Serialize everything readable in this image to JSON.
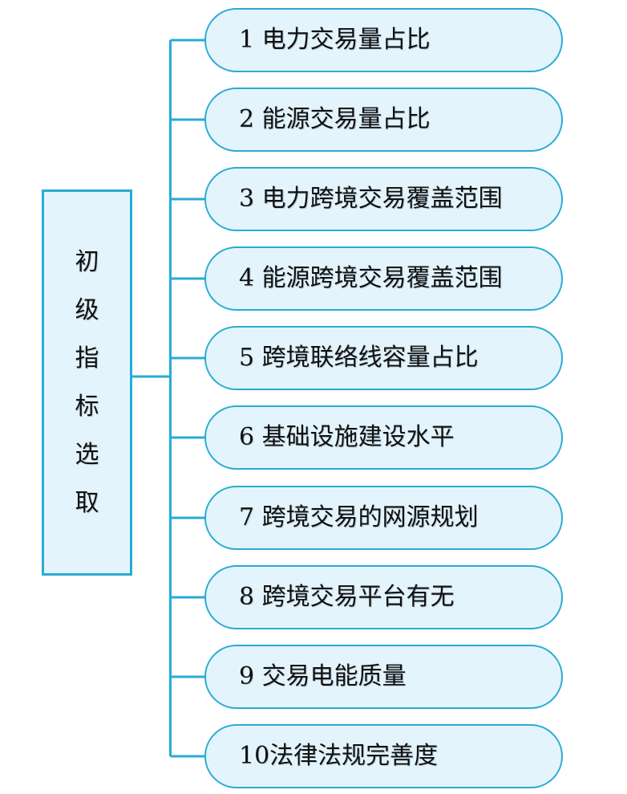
{
  "diagram": {
    "type": "tree-hierarchy",
    "title": "初级指标选取",
    "orientation": "left-root-right-leaves",
    "colors": {
      "node_fill": "#e4f4fc",
      "node_border": "#29abd4",
      "connector": "#29abd4",
      "text": "#101010",
      "background": "#ffffff"
    },
    "root": {
      "label": "初级指标选取",
      "characters": [
        "初",
        "级",
        "指",
        "标",
        "选",
        "取"
      ],
      "text_orientation": "vertical"
    },
    "leaves": [
      {
        "index": "1",
        "number": "1",
        "text": "电力交易量占比",
        "label": "1 电力交易量占比"
      },
      {
        "index": "2",
        "number": "2",
        "text": "能源交易量占比",
        "label": "2 能源交易量占比"
      },
      {
        "index": "3",
        "number": "3",
        "text": "电力跨境交易覆盖范围",
        "label": "3 电力跨境交易覆盖范围"
      },
      {
        "index": "4",
        "number": "4",
        "text": "能源跨境交易覆盖范围",
        "label": "4 能源跨境交易覆盖范围"
      },
      {
        "index": "5",
        "number": "5",
        "text": "跨境联络线容量占比",
        "label": "5 跨境联络线容量占比"
      },
      {
        "index": "6",
        "number": "6",
        "text": "基础设施建设水平",
        "label": "6 基础设施建设水平"
      },
      {
        "index": "7",
        "number": "7",
        "text": "跨境交易的网源规划",
        "label": "7 跨境交易的网源规划"
      },
      {
        "index": "8",
        "number": "8",
        "text": "跨境交易平台有无",
        "label": "8 跨境交易平台有无"
      },
      {
        "index": "9",
        "number": "9",
        "text": "交易电能质量",
        "label": "9 交易电能质量"
      },
      {
        "index": "10",
        "number": "10",
        "text": "法律法规完善度",
        "label": "10法律法规完善度"
      }
    ]
  }
}
